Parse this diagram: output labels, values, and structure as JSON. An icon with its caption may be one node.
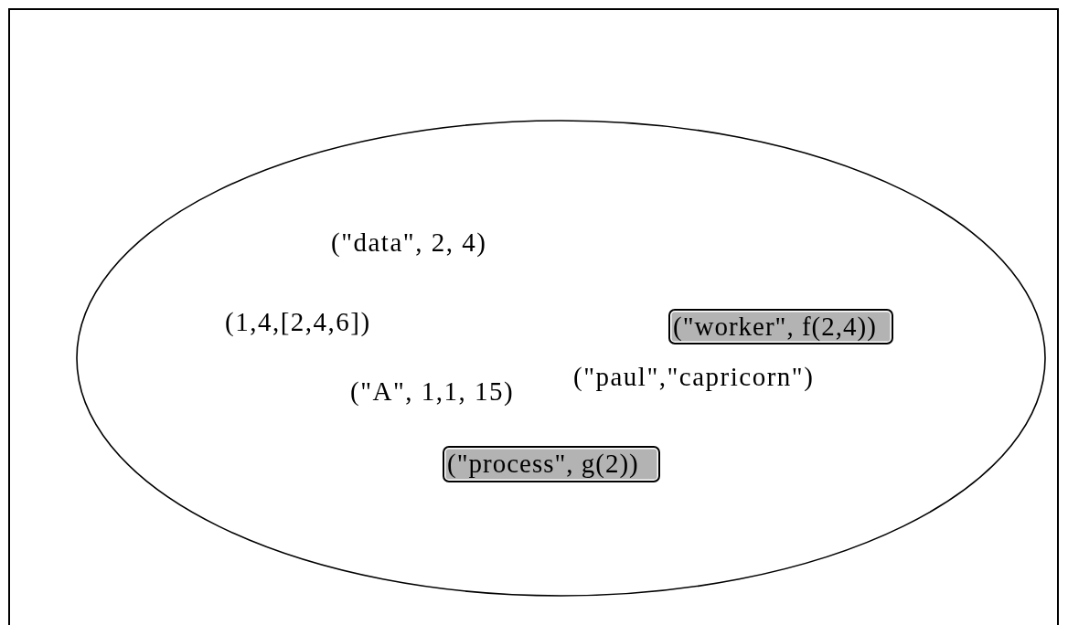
{
  "diagram": {
    "nodes": [
      {
        "text": [],
        "shape": "ellipse"
      },
      {
        "text": [
          "(\"worker\", f(2,4))"
        ],
        "in": 0
      },
      {
        "text": [
          "(\"process\", g(2))"
        ],
        "in": 0
      }
    ],
    "labels": [
      "(\"data\", 2, 4)",
      "(1,4,[2,4,6])",
      "(\"paul\",\"capricorn\")",
      "(\"A\", 1,1, 15)"
    ]
  }
}
